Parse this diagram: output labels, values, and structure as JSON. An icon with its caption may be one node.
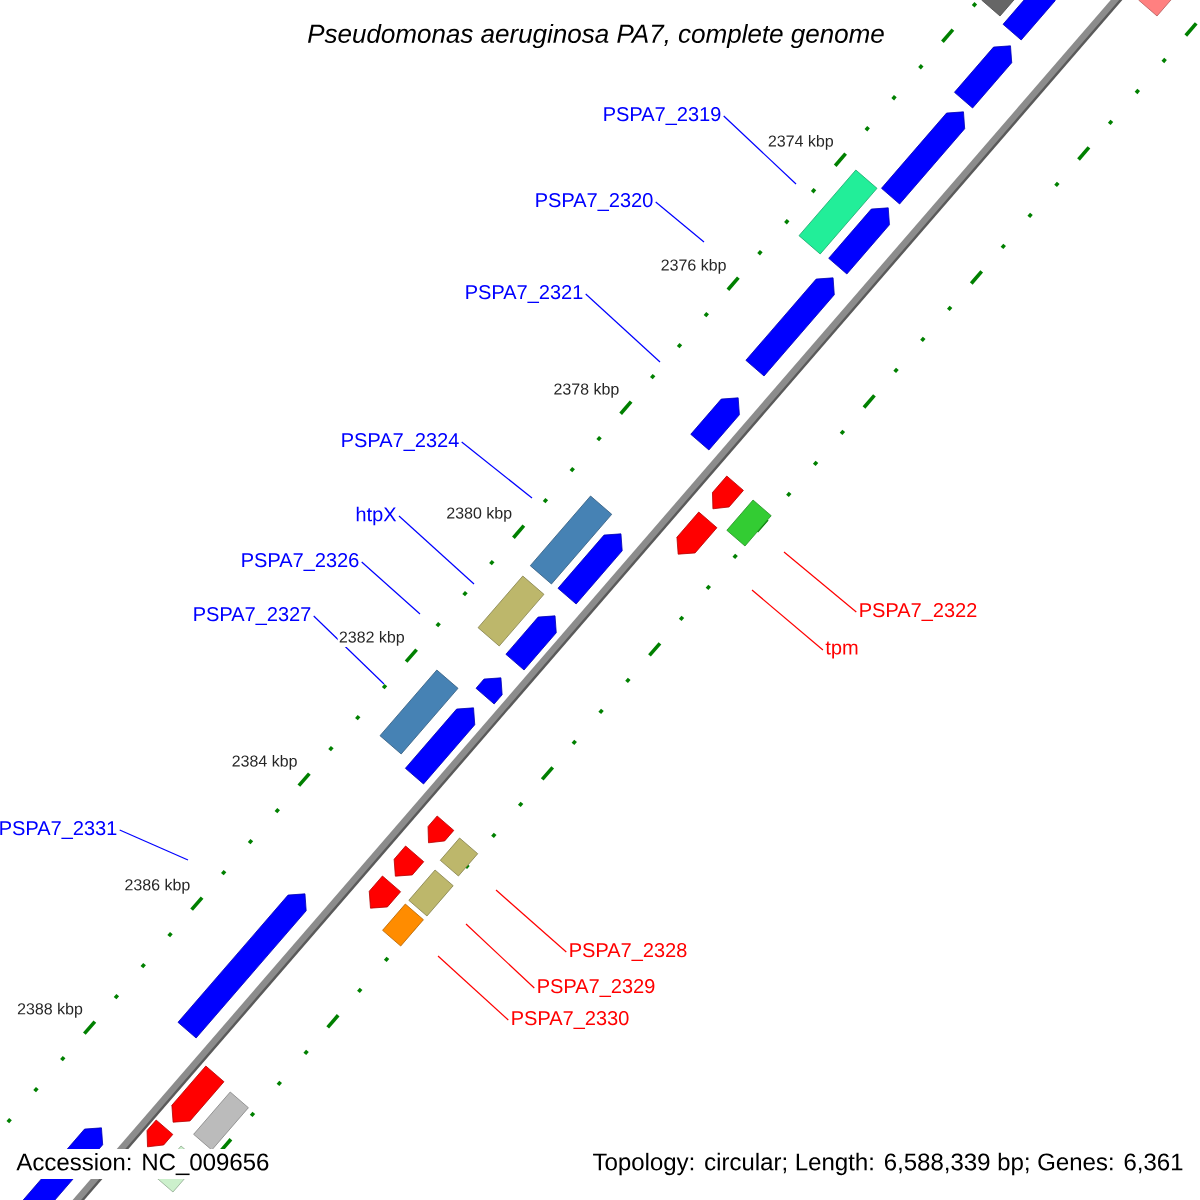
{
  "diagram": {
    "title": "Pseudomonas aeruginosa PA7, complete genome",
    "nodes": [
      {
        "text": [
          "PSPA7_2319"
        ]
      },
      {
        "text": [
          "PSPA7_2320"
        ]
      },
      {
        "text": [
          "PSPA7_2321"
        ]
      },
      {
        "text": [
          "PSPA7_2324"
        ]
      },
      {
        "text": [
          "htpX"
        ]
      },
      {
        "text": [
          "PSPA7_2326"
        ]
      },
      {
        "text": [
          "PSPA7_2322"
        ]
      },
      {
        "text": [
          "PSPA7_2327"
        ]
      },
      {
        "text": [
          "tpm"
        ]
      },
      {
        "text": [
          "PSPA7_2331"
        ]
      },
      {
        "text": [
          "PSPA7_2328"
        ]
      },
      {
        "text": [
          "PSPA7_2329"
        ]
      },
      {
        "text": [
          "PSPA7_2330"
        ]
      }
    ],
    "edges": [
      {
        "from": 0,
        "to": null,
        "arrow": "none"
      },
      {
        "from": 1,
        "to": null,
        "arrow": "none"
      },
      {
        "from": 2,
        "to": null,
        "arrow": "none"
      },
      {
        "from": 3,
        "to": null,
        "arrow": "none"
      },
      {
        "from": 4,
        "to": null,
        "arrow": "none"
      },
      {
        "from": 5,
        "to": null,
        "arrow": "none"
      },
      {
        "from": 6,
        "to": null,
        "arrow": "none",
        "color": "#ff0000"
      },
      {
        "from": 7,
        "to": null,
        "arrow": "none"
      },
      {
        "from": 8,
        "to": null,
        "arrow": "none",
        "color": "#ff0000"
      },
      {
        "from": 9,
        "to": null,
        "arrow": "none"
      },
      {
        "from": 10,
        "to": null,
        "arrow": "none",
        "color": "#ff0000"
      },
      {
        "from": 11,
        "to": null,
        "arrow": "none",
        "color": "#ff0000"
      },
      {
        "from": 12,
        "to": null,
        "arrow": "none",
        "color": "#ff0000"
      }
    ],
    "labels": [
      "2374 kbp",
      "2376 kbp",
      "2378 kbp",
      "2380 kbp",
      "2382 kbp",
      "2384 kbp",
      "2386 kbp",
      "2388 kbp",
      "Accession: NC_009656",
      "Topology: circular; Length: 6,588,339 bp; Genes: 6,361"
    ]
  }
}
